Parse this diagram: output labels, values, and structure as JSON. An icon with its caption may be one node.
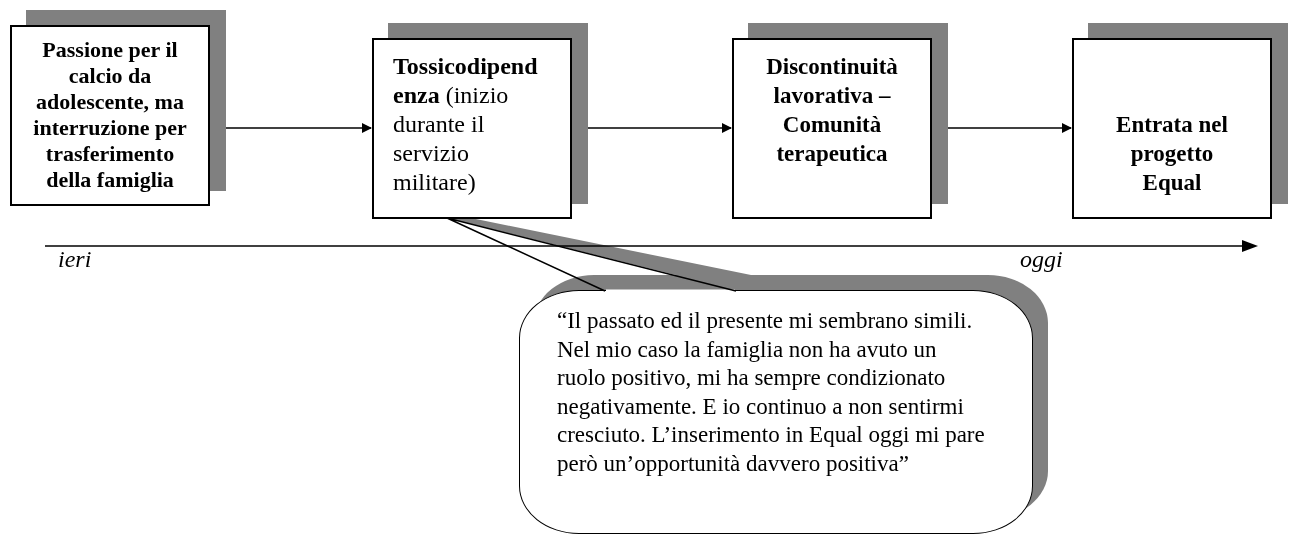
{
  "diagram": {
    "nodes": [
      {
        "text": [
          "Passione per il calcio da adolescente, ma interruzione per trasferimento della famiglia"
        ]
      },
      {
        "text": [
          "**Tossicodipendenza** (inizio durante il servizio militare)"
        ]
      },
      {
        "text": [
          "Discontinuità lavorativa – Comunità terapeutica"
        ]
      },
      {
        "text": [
          "Entrata nel progetto Equal"
        ]
      },
      {
        "text": [
          "“Il passato ed il presente mi sembrano simili. Nel mio caso la famiglia non ha avuto un ruolo positivo, mi ha sempre condizionato negativamente. E io continuo a non sentirmi cresciuto. L’inserimento in Equal oggi mi pare però un’opportunità davvero positiva”"
        ]
      }
    ],
    "edges": [
      {
        "from": 0,
        "to": 1,
        "arrow": "to"
      },
      {
        "from": 1,
        "to": 2,
        "arrow": "to"
      },
      {
        "from": 2,
        "to": 3,
        "arrow": "to"
      },
      {
        "from": 4,
        "to": 1,
        "arrow": "none"
      }
    ],
    "labels": [
      "ieri",
      "oggi"
    ]
  }
}
